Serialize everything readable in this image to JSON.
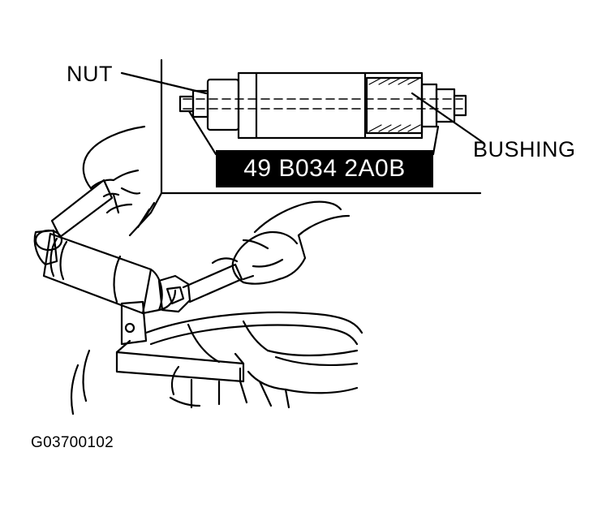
{
  "labels": {
    "nut": "NUT",
    "bushing": "BUSHING",
    "tool_number": "49 B034 2A0B",
    "figure_code": "G03700102"
  },
  "colors": {
    "ink": "#000000",
    "background": "#ffffff",
    "label_box": "#000000",
    "label_text": "#ffffff"
  }
}
